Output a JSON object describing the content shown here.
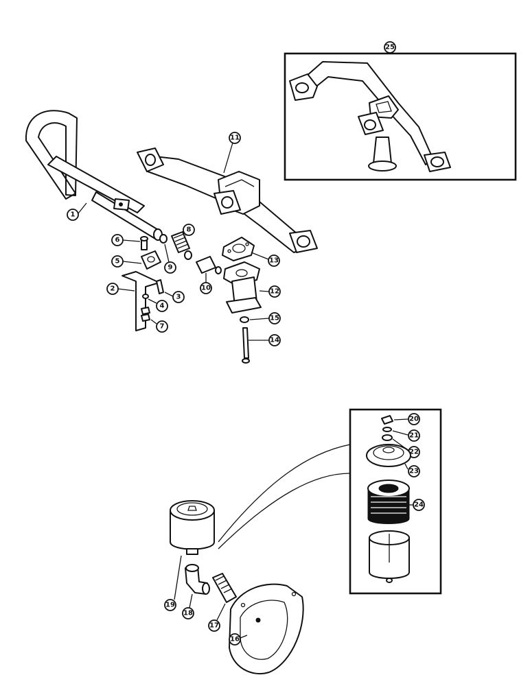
{
  "colors": {
    "ink": "#111111",
    "paper": "#ffffff"
  },
  "callouts": [
    "1",
    "2",
    "3",
    "4",
    "5",
    "6",
    "7",
    "8",
    "9",
    "10",
    "11",
    "12",
    "13",
    "14",
    "15",
    "16",
    "17",
    "18",
    "19",
    "20",
    "21",
    "22",
    "23",
    "24",
    "25"
  ]
}
